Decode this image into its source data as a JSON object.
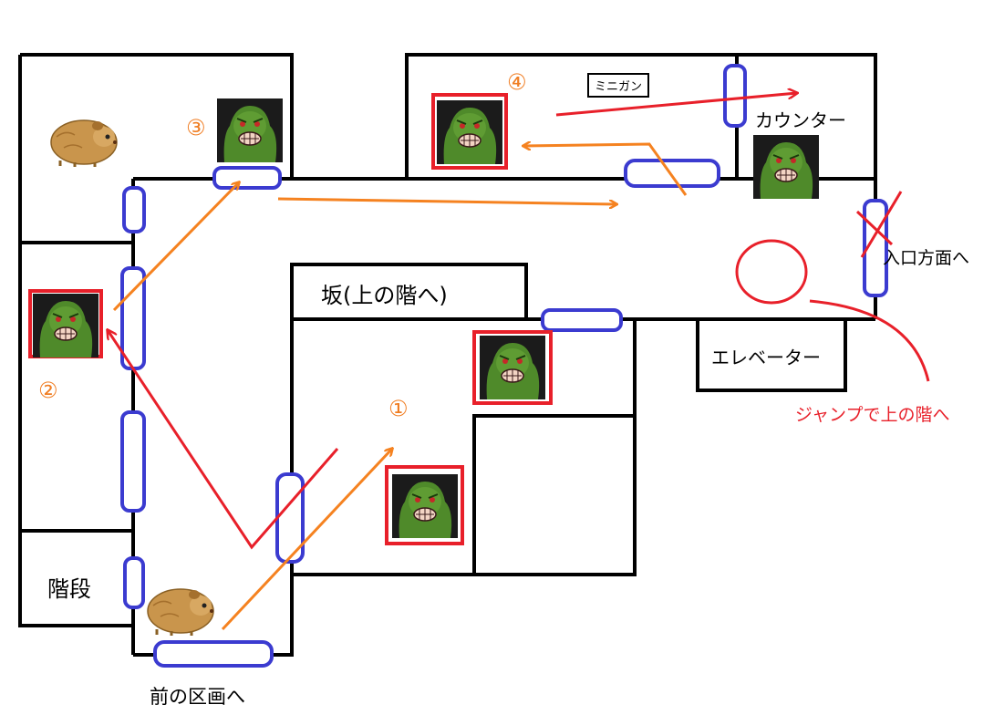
{
  "labels": {
    "slope": "坂(上の階へ)",
    "stairs": "階段",
    "elevator": "エレベーター",
    "counter": "カウンター",
    "entrance": "入口方面へ",
    "jump": "ジャンプで上の階へ",
    "prev_area": "前の区画へ",
    "minigun": "ミニガン"
  },
  "markers": [
    "①",
    "②",
    "③",
    "④"
  ],
  "icons": {
    "enemy": "green-ogre-icon",
    "pet": "hamster-icon"
  },
  "colors": {
    "wall": "#000000",
    "door": "#3b3bd0",
    "route_orange": "#f58220",
    "route_red": "#e8202a",
    "enemy_frame": "#e8202a",
    "marker_text": "#f07d22"
  }
}
